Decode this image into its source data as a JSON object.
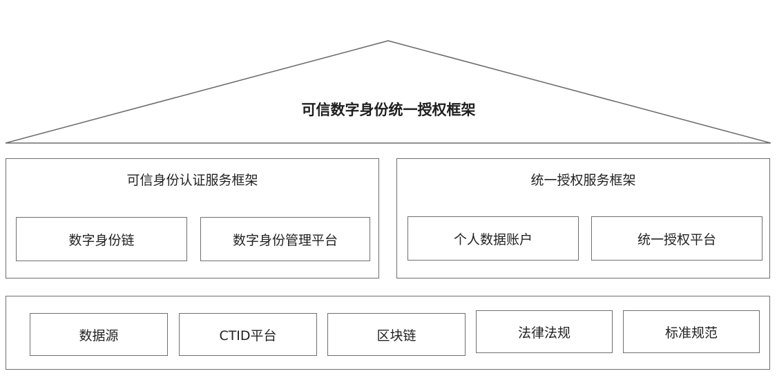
{
  "diagram": {
    "title": "可信数字身份统一授权框架",
    "left_group": {
      "title": "可信身份认证服务框架",
      "items": [
        "数字身份链",
        "数字身份管理平台"
      ]
    },
    "right_group": {
      "title": "统一授权服务框架",
      "items": [
        "个人数据账户",
        "统一授权平台"
      ]
    },
    "foundation": {
      "items": [
        "数据源",
        "CTID平台",
        "区块链",
        "法律法规",
        "标准规范"
      ]
    }
  },
  "colors": {
    "line": "#6e6e6e",
    "text": "#222222",
    "background": "#ffffff"
  }
}
